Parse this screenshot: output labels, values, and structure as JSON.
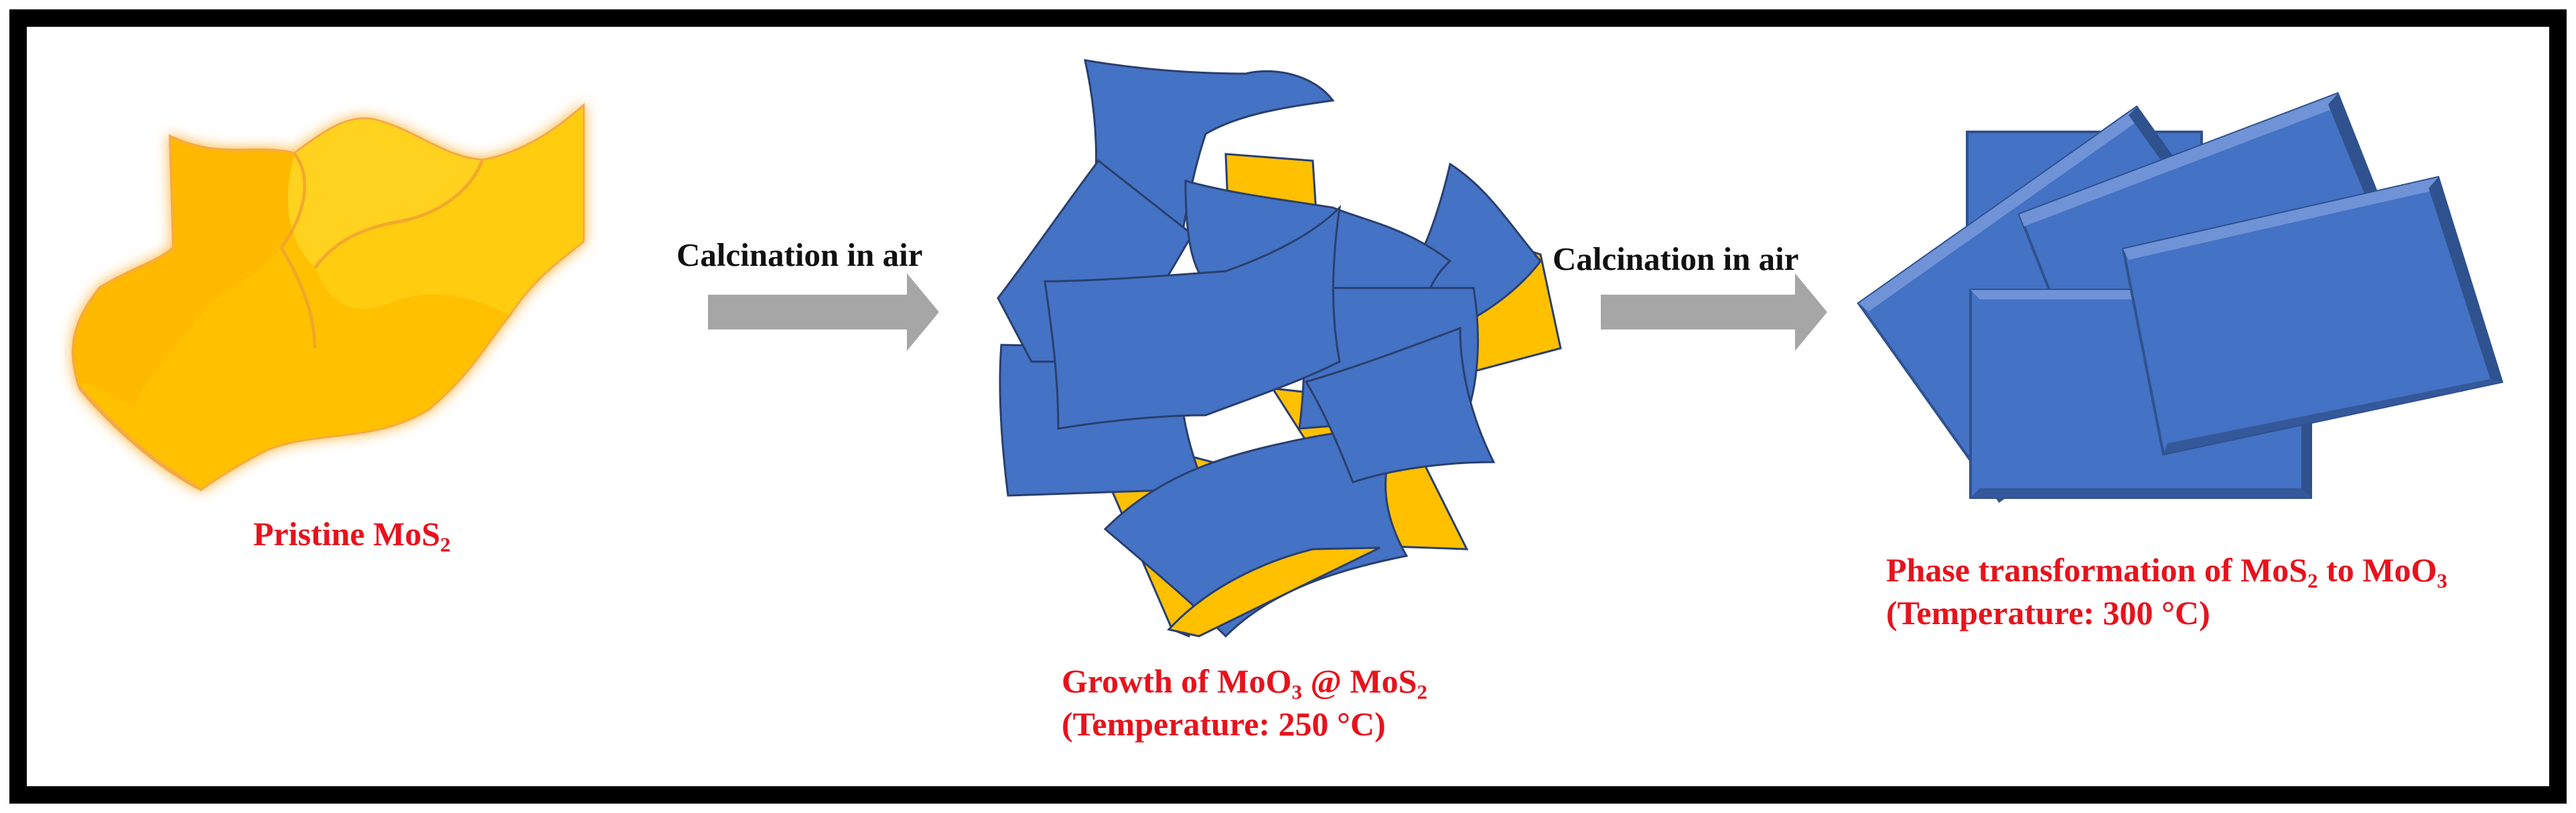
{
  "colors": {
    "frame": "#000000",
    "label_red": "#e8121c",
    "arrow_gray": "#a6a6a6",
    "mos2_yellow": "#ffc000",
    "moo3_blue": "#4472c4"
  },
  "stages": {
    "pristine": {
      "prefix": "Pristine MoS",
      "sub": "2"
    },
    "growth": {
      "line1": {
        "t1": "Growth  of MoO",
        "s1": "3",
        "t2": " @ MoS",
        "s2": "2"
      },
      "line2": "(Temperature:  250 °C)"
    },
    "phase": {
      "line1": {
        "t1": "Phase transformation  of MoS",
        "s1": "2",
        "t2": " to MoO",
        "s2": "3"
      },
      "line2": "(Temperature:  300 °C)"
    }
  },
  "arrows": [
    {
      "label": "Calcination in air",
      "icon": "arrow-right-icon"
    },
    {
      "label": "Calcination in air",
      "icon": "arrow-right-icon"
    }
  ]
}
